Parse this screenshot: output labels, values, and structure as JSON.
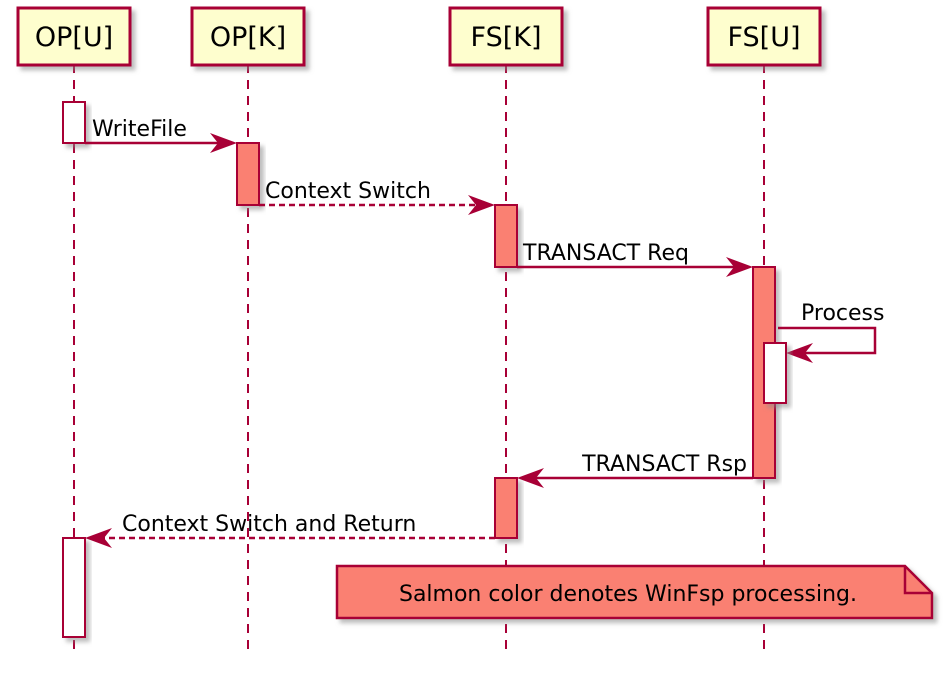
{
  "diagram": {
    "type": "sequence-diagram",
    "participants": [
      {
        "label": "OP[U]"
      },
      {
        "label": "OP[K]"
      },
      {
        "label": "FS[K]"
      },
      {
        "label": "FS[U]"
      }
    ],
    "messages": [
      {
        "label": "WriteFile",
        "from": "OP[U]",
        "to": "OP[K]",
        "line": "solid"
      },
      {
        "label": "Context Switch",
        "from": "OP[K]",
        "to": "FS[K]",
        "line": "dashed"
      },
      {
        "label": "TRANSACT Req",
        "from": "FS[K]",
        "to": "FS[U]",
        "line": "solid"
      },
      {
        "label": "Process",
        "from": "FS[U]",
        "to": "FS[U]",
        "line": "solid-self"
      },
      {
        "label": "TRANSACT Rsp",
        "from": "FS[U]",
        "to": "FS[K]",
        "line": "solid"
      },
      {
        "label": "Context Switch and Return",
        "from": "FS[K]",
        "to": "OP[U]",
        "line": "dashed"
      }
    ],
    "note": {
      "text": "Salmon color denotes WinFsp processing."
    },
    "colors": {
      "accent": "#A80036",
      "salmon": "#FA8072",
      "participant_fill": "#FEFECE",
      "activation_plain_fill": "#FFFFFF",
      "text": "#000000",
      "background": "#FFFFFF"
    }
  }
}
